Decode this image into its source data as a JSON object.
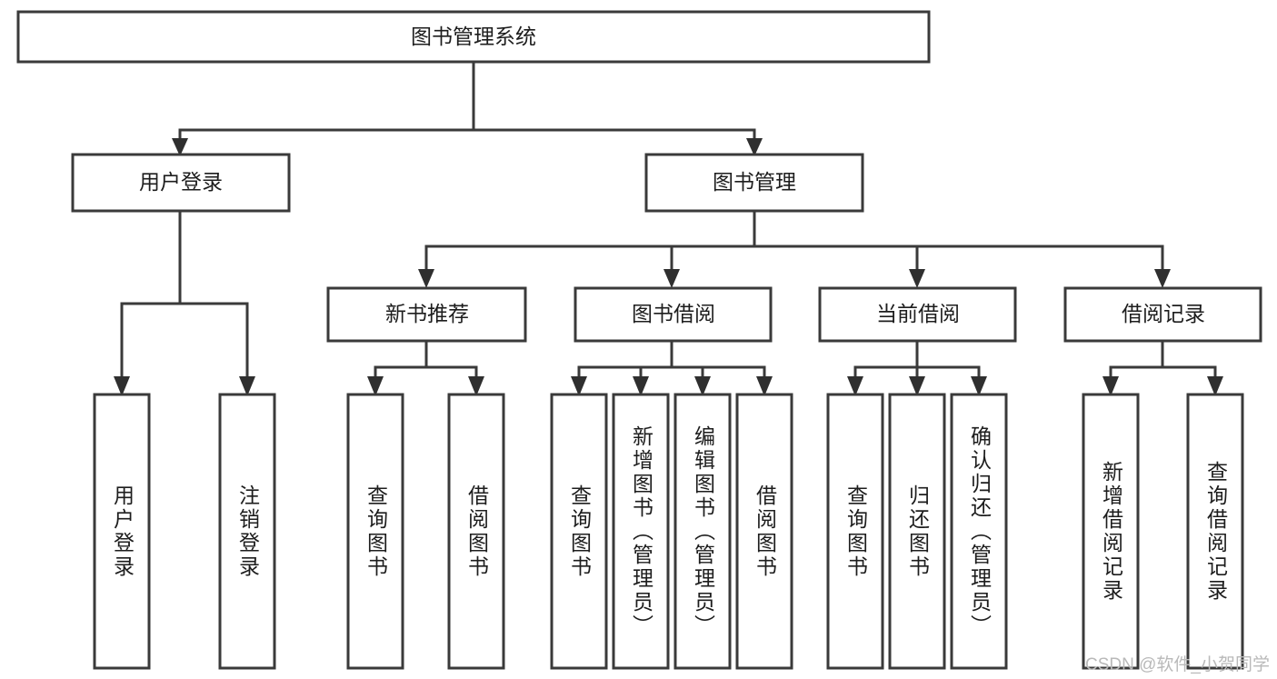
{
  "diagram": {
    "type": "tree-hierarchy-chart",
    "title_text": "图书管理系统",
    "watermark": "CSDN @软件_小贺同学",
    "colors": {
      "box_stroke": "#3a3a3a",
      "box_fill": "#ffffff",
      "connector": "#3a3a3a",
      "text": "#1d1d1d",
      "watermark": "#b9b9b9",
      "background": "#ffffff"
    },
    "root": {
      "label": "图书管理系统"
    },
    "level2": [
      {
        "label": "用户登录"
      },
      {
        "label": "图书管理"
      }
    ],
    "level3": [
      {
        "label": "新书推荐"
      },
      {
        "label": "图书借阅"
      },
      {
        "label": "当前借阅"
      },
      {
        "label": "借阅记录"
      }
    ],
    "leaves": {
      "user_login": [
        {
          "label": "用户登录"
        },
        {
          "label": "注销登录"
        }
      ],
      "new_book_recommend": [
        {
          "label": "查询图书"
        },
        {
          "label": "借阅图书"
        }
      ],
      "book_borrow": [
        {
          "label": "查询图书"
        },
        {
          "label": "新增图书（管理员）"
        },
        {
          "label": "编辑图书（管理员）"
        },
        {
          "label": "借阅图书"
        }
      ],
      "current_borrow": [
        {
          "label": "查询图书"
        },
        {
          "label": "归还图书"
        },
        {
          "label": "确认归还（管理员）"
        }
      ],
      "borrow_record": [
        {
          "label": "新增借阅记录"
        },
        {
          "label": "查询借阅记录"
        }
      ]
    }
  }
}
